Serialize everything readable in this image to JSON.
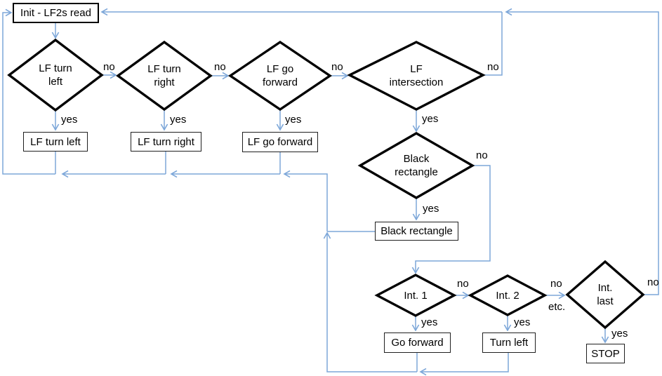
{
  "diagram": {
    "type": "flowchart",
    "colors": {
      "connector": "#7da7d9",
      "shape_border": "#000000",
      "shape_fill": "#ffffff",
      "text": "#000000",
      "background": "#ffffff"
    },
    "nodes": {
      "init": {
        "label": "Init - LF2s read"
      },
      "lf_turn_left_q": {
        "line1": "LF turn",
        "line2": "left"
      },
      "lf_turn_right_q": {
        "line1": "LF turn",
        "line2": "right"
      },
      "lf_go_forward_q": {
        "line1": "LF go",
        "line2": "forward"
      },
      "lf_intersection_q": {
        "line1": "LF",
        "line2": "intersection"
      },
      "black_rectangle_q": {
        "line1": "Black",
        "line2": "rectangle"
      },
      "int1_q": {
        "label": "Int. 1"
      },
      "int2_q": {
        "label": "Int. 2"
      },
      "int_last_q": {
        "line1": "Int.",
        "line2": "last"
      },
      "lf_turn_left_a": {
        "label": "LF turn left"
      },
      "lf_turn_right_a": {
        "label": "LF turn right"
      },
      "lf_go_forward_a": {
        "label": "LF go forward"
      },
      "black_rectangle_a": {
        "label": "Black rectangle"
      },
      "go_forward_a": {
        "label": "Go forward"
      },
      "turn_left_a": {
        "label": "Turn left"
      },
      "stop_a": {
        "label": "STOP"
      }
    },
    "edge_labels": {
      "yes": "yes",
      "no": "no",
      "etc": "etc."
    }
  }
}
